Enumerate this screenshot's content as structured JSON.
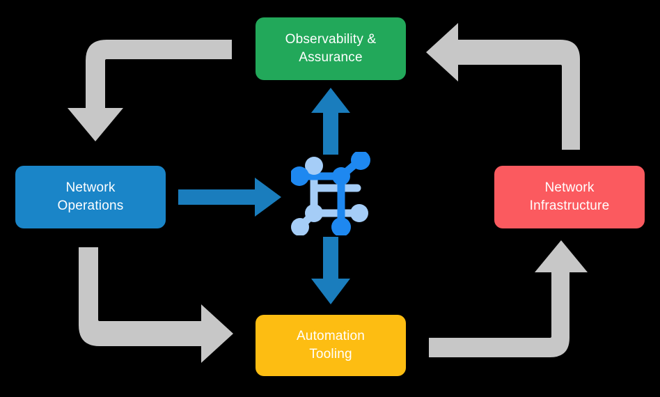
{
  "diagram": {
    "title": "Network Operations Lifecycle Cycle Diagram",
    "background_color": "#000000",
    "nodes": [
      {
        "id": "observability-assurance",
        "label": "Observability &\nAssurance",
        "color": "#22a85a",
        "position": "top"
      },
      {
        "id": "network-operations",
        "label": "Network\nOperations",
        "color": "#1a85c8",
        "position": "left"
      },
      {
        "id": "network-infrastructure",
        "label": "Network\nInfrastructure",
        "color": "#fb5a5f",
        "position": "right"
      },
      {
        "id": "automation-tooling",
        "label": "Automation\nTooling",
        "color": "#fdbd12",
        "position": "bottom"
      }
    ],
    "center": {
      "id": "network-graph-icon",
      "icon": "network-topology-icon",
      "colors": {
        "dark_blue": "#1e88f0",
        "light_blue": "#a5cdf7"
      }
    },
    "connectors": {
      "blue_arrows": {
        "color": "#1a7dbd",
        "items": [
          {
            "id": "arrow-center-to-observability",
            "direction": "up",
            "from": "network-graph-icon",
            "to": "observability-assurance"
          },
          {
            "id": "arrow-operations-to-center",
            "direction": "right",
            "from": "network-operations",
            "to": "network-graph-icon"
          },
          {
            "id": "arrow-center-to-automation",
            "direction": "down",
            "from": "network-graph-icon",
            "to": "automation-tooling"
          }
        ]
      },
      "gray_arrows": {
        "color": "#c7c7c7",
        "items": [
          {
            "id": "arrow-observability-to-operations",
            "direction": "down",
            "from": "observability-assurance",
            "to": "network-operations"
          },
          {
            "id": "arrow-operations-to-automation",
            "direction": "right",
            "from": "network-operations",
            "to": "automation-tooling"
          },
          {
            "id": "arrow-automation-to-infrastructure",
            "direction": "up",
            "from": "automation-tooling",
            "to": "network-infrastructure"
          },
          {
            "id": "arrow-infrastructure-to-observability",
            "direction": "left",
            "from": "network-infrastructure",
            "to": "observability-assurance"
          }
        ]
      }
    }
  }
}
